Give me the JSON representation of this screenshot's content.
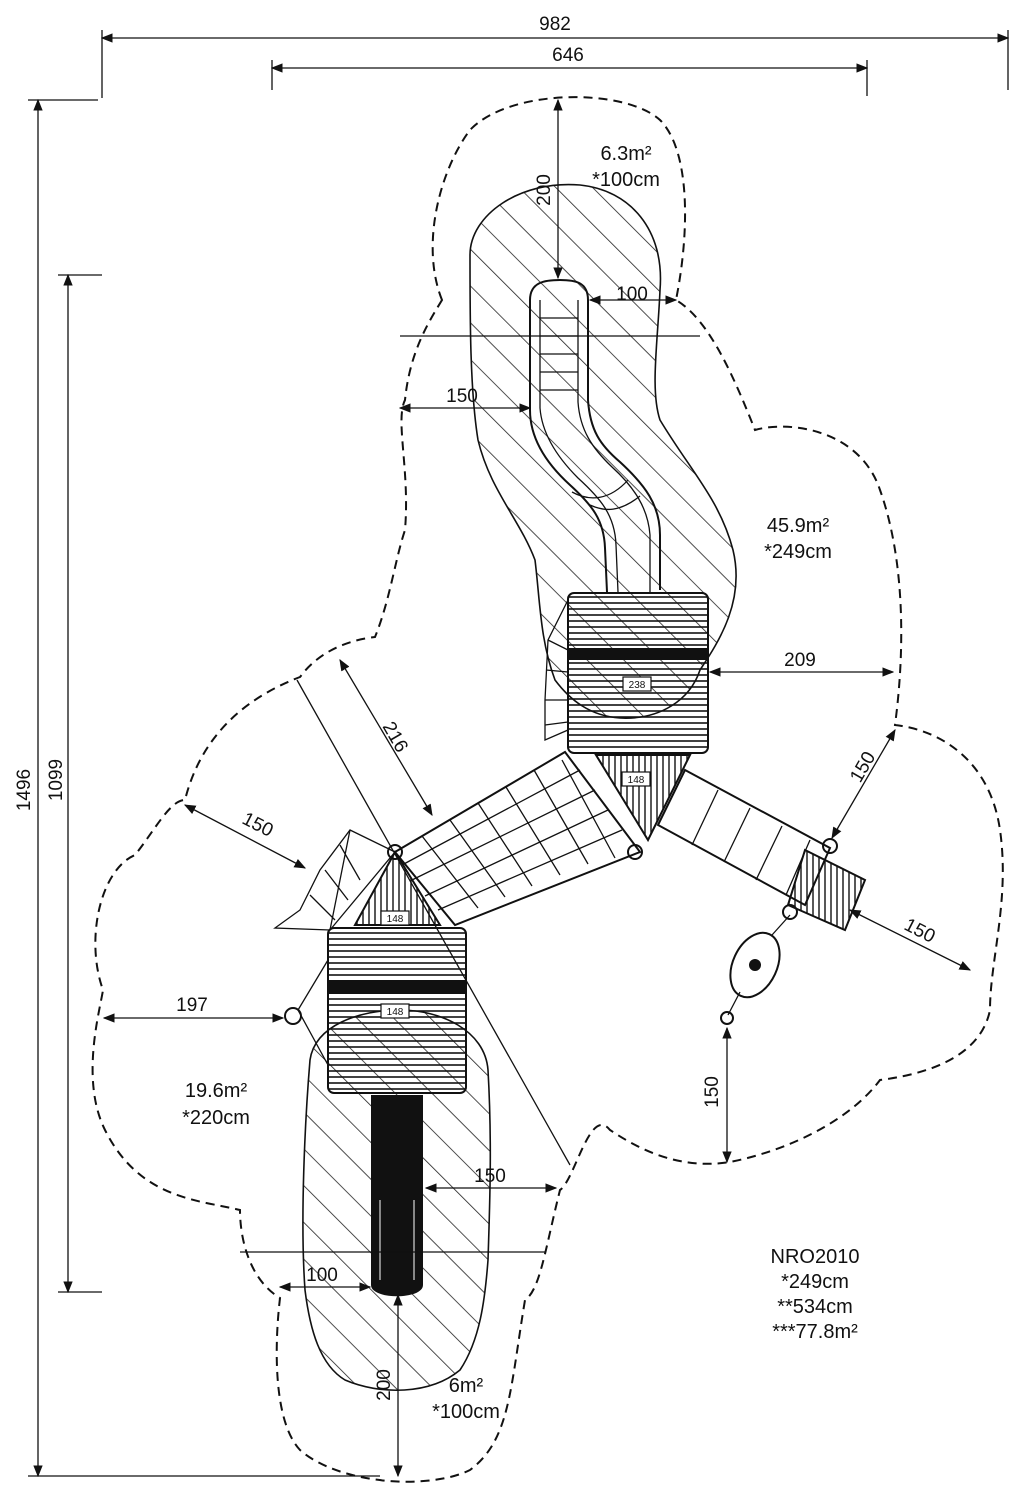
{
  "dimensions": {
    "overall_width": "982",
    "inner_width": "646",
    "overall_height": "1496",
    "inner_height": "1099",
    "top_slide_length": "200",
    "top_slide_width": "100",
    "top_left_clearance": "150",
    "diagonal_clearance": "216",
    "right_platform_clearance": "209",
    "right_ladder_clearance": "150",
    "right_bottom_clearance": "150",
    "left_net_clearance": "150",
    "left_platform_clearance": "197",
    "swing_clearance": "150",
    "bottom_slide_clearance": "150",
    "bottom_slide_width": "100",
    "bottom_slide_length": "200"
  },
  "areas": {
    "top_area": "6.3m²",
    "top_height": "*100cm",
    "main_area": "45.9m²",
    "main_height": "*249cm",
    "left_area": "19.6m²",
    "left_height": "*220cm",
    "bottom_area": "6m²",
    "bottom_height": "*100cm"
  },
  "platform_tags": {
    "upper_platform": "238",
    "upper_roof": "148",
    "left_roof": "148",
    "left_platform": "148"
  },
  "product": {
    "code": "NRO2010",
    "max_fall_height": "*249cm",
    "max_free_space": "**534cm",
    "total_area": "***77.8m²"
  }
}
